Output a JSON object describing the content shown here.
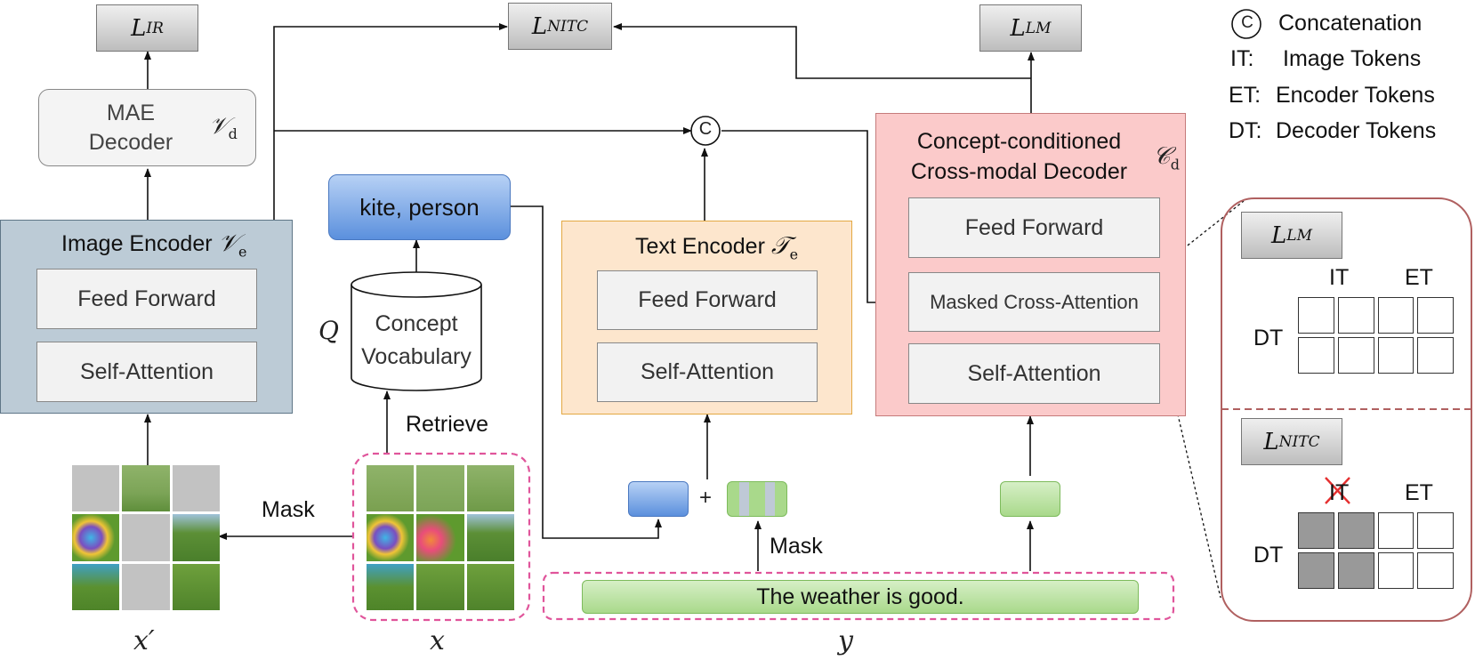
{
  "losses": {
    "ir": {
      "main": "L",
      "sub": "IR"
    },
    "nitc": {
      "main": "L",
      "sub": "NITC"
    },
    "lm": {
      "main": "L",
      "sub": "LM"
    }
  },
  "mae_decoder": {
    "line1": "MAE",
    "line2": "Decoder",
    "symbol": "𝒱",
    "symbol_sub": "d"
  },
  "image_encoder": {
    "title": "Image Encoder",
    "symbol": "𝒱",
    "symbol_sub": "e",
    "layer1": "Feed Forward",
    "layer2": "Self-Attention"
  },
  "concept_query": {
    "label": "kite, person"
  },
  "vocabulary": {
    "line1": "Concept",
    "line2": "Vocabulary",
    "q_label": "Q",
    "retrieve_label": "Retrieve"
  },
  "text_encoder": {
    "title": "Text Encoder",
    "symbol": "𝒯",
    "symbol_sub": "e",
    "layer1": "Feed Forward",
    "layer2": "Self-Attention"
  },
  "decoder": {
    "title_line1": "Concept-conditioned",
    "title_line2": "Cross-modal Decoder",
    "symbol": "𝒞",
    "symbol_sub": "d",
    "layer1": "Feed Forward",
    "layer2": "Masked Cross-Attention",
    "layer3": "Self-Attention"
  },
  "concat_symbol": "C",
  "plus_symbol": "+",
  "mask_labels": {
    "image": "Mask",
    "text": "Mask"
  },
  "caption": "The weather is good.",
  "variables": {
    "x_prime": "x′",
    "x": "x",
    "y": "y"
  },
  "legend": [
    {
      "key": "C",
      "text": "Concatenation"
    },
    {
      "key": "IT:",
      "text": "Image Tokens"
    },
    {
      "key": "ET:",
      "text": "Encoder Tokens"
    },
    {
      "key": "DT:",
      "text": "Decoder Tokens"
    }
  ],
  "attention_panel": {
    "lm": {
      "loss_main": "L",
      "loss_sub": "LM",
      "col1": "IT",
      "col2": "ET",
      "row": "DT"
    },
    "nitc": {
      "loss_main": "L",
      "loss_sub": "NITC",
      "col1": "IT",
      "col2": "ET",
      "row": "DT"
    }
  },
  "colors": {
    "image_encoder_bg": "#bccbd6",
    "text_encoder_bg": "#fde6cd",
    "decoder_bg": "#fbcaca",
    "concept_blue": "#5b90dd",
    "caption_green": "#a9d98b",
    "panel_border": "#b06060",
    "dash_pink": "#e0559b"
  }
}
